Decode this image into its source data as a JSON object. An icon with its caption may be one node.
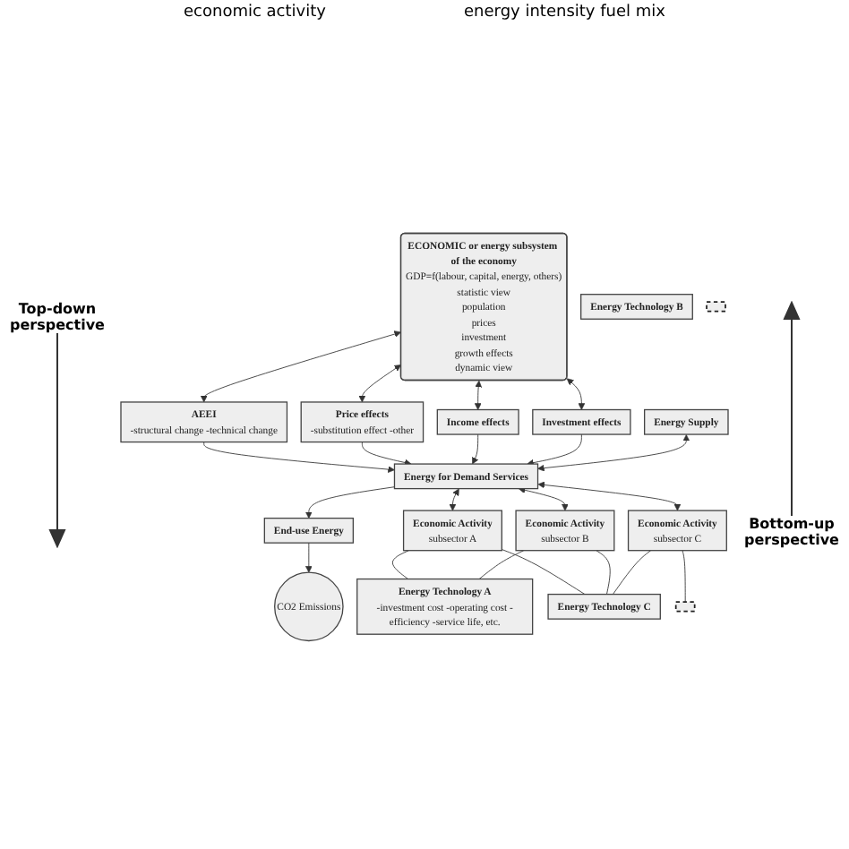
{
  "diagram": {
    "nodes": [
      {
        "text": [
          "ECONOMIC or energy subsystem of the economy",
          "GDP=f(labour, capital, energy, others)",
          "statistic view",
          "population",
          "prices",
          "investment",
          "growth effects",
          "dynamic view"
        ]
      },
      {
        "text": [
          "AEEI",
          "-structural change -technical change"
        ]
      },
      {
        "text": [
          "Price effects",
          "-substitution effect -other"
        ]
      },
      {
        "text": [
          "Income effects"
        ]
      },
      {
        "text": [
          "Investment effects"
        ]
      },
      {
        "text": [
          "Energy Supply"
        ]
      },
      {
        "text": [
          "Energy for Demand Services"
        ]
      },
      {
        "text": [
          "End-use Energy"
        ]
      },
      {
        "text": [
          "CO2 Emissions"
        ]
      },
      {
        "text": [
          "Economic Activity",
          "subsector A"
        ]
      },
      {
        "text": [
          "Economic Activity",
          "subsector B"
        ]
      },
      {
        "text": [
          "Economic Activity",
          "subsector C"
        ]
      },
      {
        "text": [
          "Energy Technology A",
          "-investment cost -operating cost -efficiency -service life, etc."
        ]
      },
      {
        "text": [
          "Energy Technology B"
        ]
      },
      {
        "text": [
          "Energy Technology C"
        ]
      },
      {
        "text": [],
        "shape": "box"
      },
      {
        "text": [],
        "shape": "box"
      }
    ],
    "edges": [
      {
        "from": 0,
        "to": 1,
        "arrow": "both"
      },
      {
        "from": 0,
        "to": 2,
        "arrow": "both"
      },
      {
        "from": 0,
        "to": 3,
        "arrow": "both"
      },
      {
        "from": 0,
        "to": 4,
        "arrow": "both"
      },
      {
        "from": 1,
        "to": 6,
        "arrow": "to"
      },
      {
        "from": 2,
        "to": 6,
        "arrow": "to"
      },
      {
        "from": 3,
        "to": 6,
        "arrow": "to"
      },
      {
        "from": 4,
        "to": 6,
        "arrow": "to"
      },
      {
        "from": 5,
        "to": 6,
        "arrow": "both"
      },
      {
        "from": 6,
        "to": 7,
        "arrow": "to"
      },
      {
        "from": 7,
        "to": 8,
        "arrow": "to"
      },
      {
        "from": 6,
        "to": 9,
        "arrow": "both"
      },
      {
        "from": 6,
        "to": 10,
        "arrow": "both"
      },
      {
        "from": 6,
        "to": 11,
        "arrow": "both"
      },
      {
        "from": 9,
        "to": 12,
        "arrow": "none"
      },
      {
        "from": 9,
        "to": 14,
        "arrow": "none"
      },
      {
        "from": 10,
        "to": 12,
        "arrow": "none"
      },
      {
        "from": 10,
        "to": 14,
        "arrow": "none"
      },
      {
        "from": 11,
        "to": 14,
        "arrow": "none"
      },
      {
        "from": 11,
        "to": 15,
        "arrow": "none"
      }
    ],
    "labels": [
      "Top-down perspective",
      "economic activity",
      "energy intensity fuel mix",
      "Bottom-up perspective"
    ]
  }
}
